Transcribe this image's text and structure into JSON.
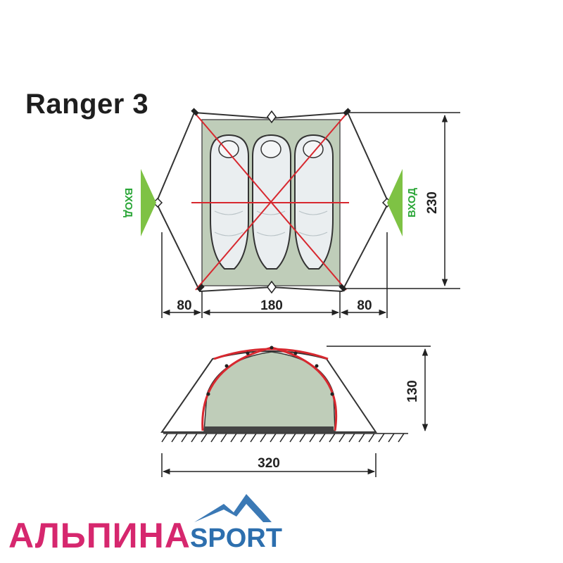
{
  "title": "Ranger 3",
  "plan_view": {
    "width_label": "230",
    "vestibule_left_label": "80",
    "inner_length_label": "180",
    "vestibule_right_label": "80",
    "entrance_left_label": "ВХОД",
    "entrance_right_label": "ВХОД",
    "sleeping_bags": 3
  },
  "side_view": {
    "height_label": "130",
    "length_label": "320"
  },
  "logo": {
    "brand": "АЛЬПИНА",
    "sub": "SPORT"
  },
  "colors": {
    "inner_tent": "#bfcdb9",
    "pole": "#d7282f",
    "entrance": "#7ec244",
    "logo_primary": "#d6276e",
    "logo_secondary": "#2d6fae"
  }
}
